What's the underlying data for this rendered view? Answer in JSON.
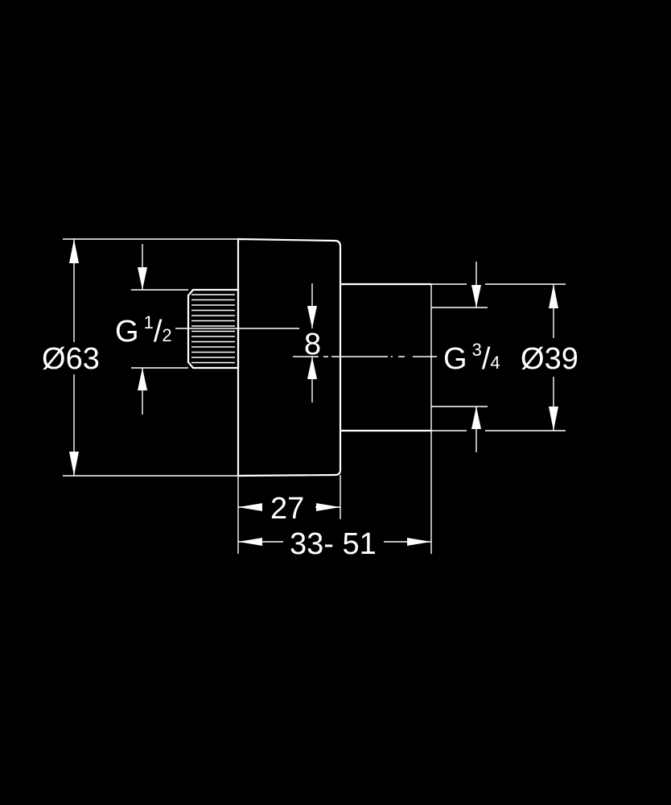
{
  "drawing": {
    "labels": {
      "outer_diameter_symbol": "Ø",
      "outer_diameter": "63",
      "inlet_thread_prefix": "G",
      "inlet_thread_num": "1",
      "inlet_thread_slash": "/",
      "inlet_thread_den": "2",
      "offset": "8",
      "outlet_thread_prefix": "G",
      "outlet_thread_num": "3",
      "outlet_thread_slash": "/",
      "outlet_thread_den": "4",
      "pipe_diameter_symbol": "Ø",
      "pipe_diameter": "39",
      "body_depth": "27",
      "total_depth": "33- 51"
    },
    "colors": {
      "background": "#000000",
      "lines": "#ffffff"
    }
  }
}
